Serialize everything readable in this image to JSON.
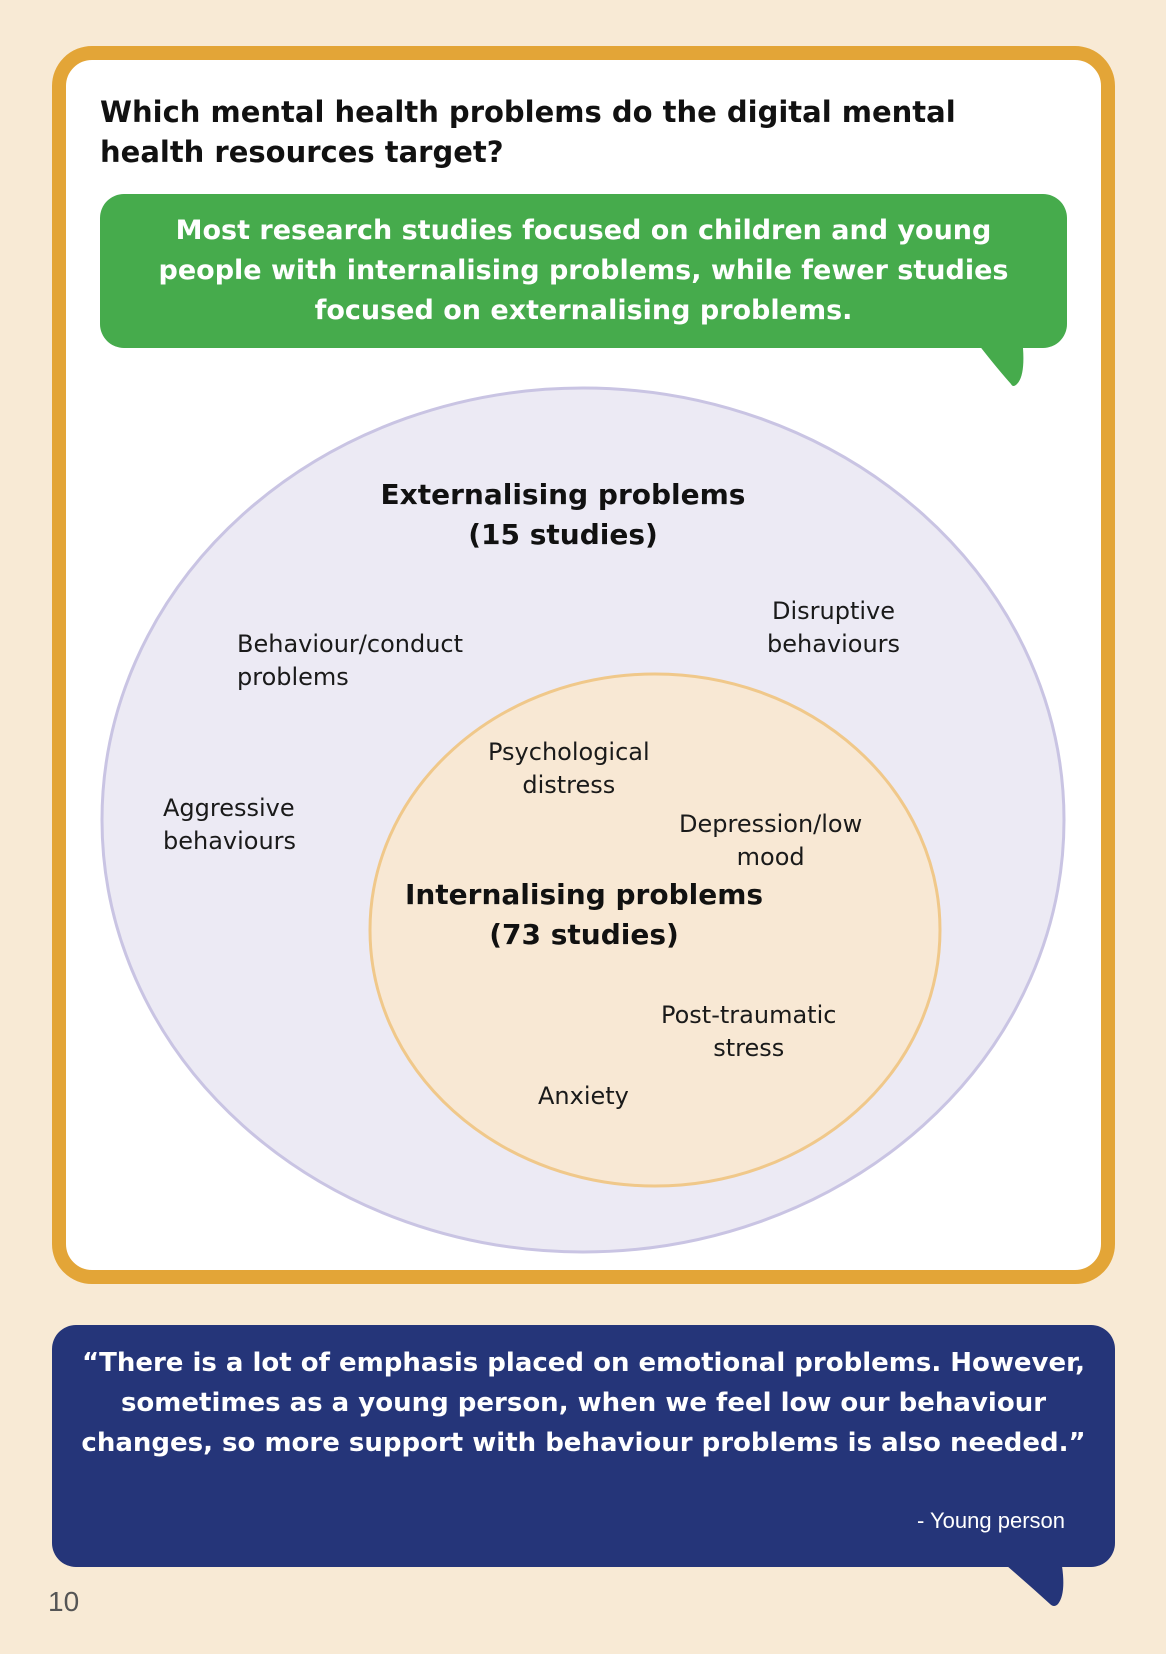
{
  "question": "Which mental health problems do the digital mental health resources target?",
  "summary": "Most research studies focused on children and young people with internalising problems, while fewer studies focused on externalising problems.",
  "diagram": {
    "outer": {
      "title": "Externalising problems\n(15 studies)",
      "items": [
        "Behaviour/conduct\nproblems",
        "Disruptive\nbehaviours",
        "Aggressive\nbehaviours"
      ]
    },
    "inner": {
      "title": "Internalising problems\n(73 studies)",
      "items": [
        "Psychological\ndistress",
        "Depression/low\nmood",
        "Post-traumatic\nstress",
        "Anxiety"
      ]
    }
  },
  "quote": "“There is a lot of emphasis placed on emotional problems. However, sometimes as a young person, when we feel low our behaviour changes, so more support with behaviour problems is also needed.”",
  "attribution": "- Young person",
  "page_number": "10",
  "colors": {
    "background": "#f8ead5",
    "frame_border": "#e3a537",
    "green_bubble": "#46ab4c",
    "outer_circle_fill": "#eceaf4",
    "outer_circle_stroke": "#c9c4e3",
    "inner_circle_fill": "#f8e8d4",
    "inner_circle_stroke": "#f0c88a",
    "blue_bubble": "#253579"
  }
}
